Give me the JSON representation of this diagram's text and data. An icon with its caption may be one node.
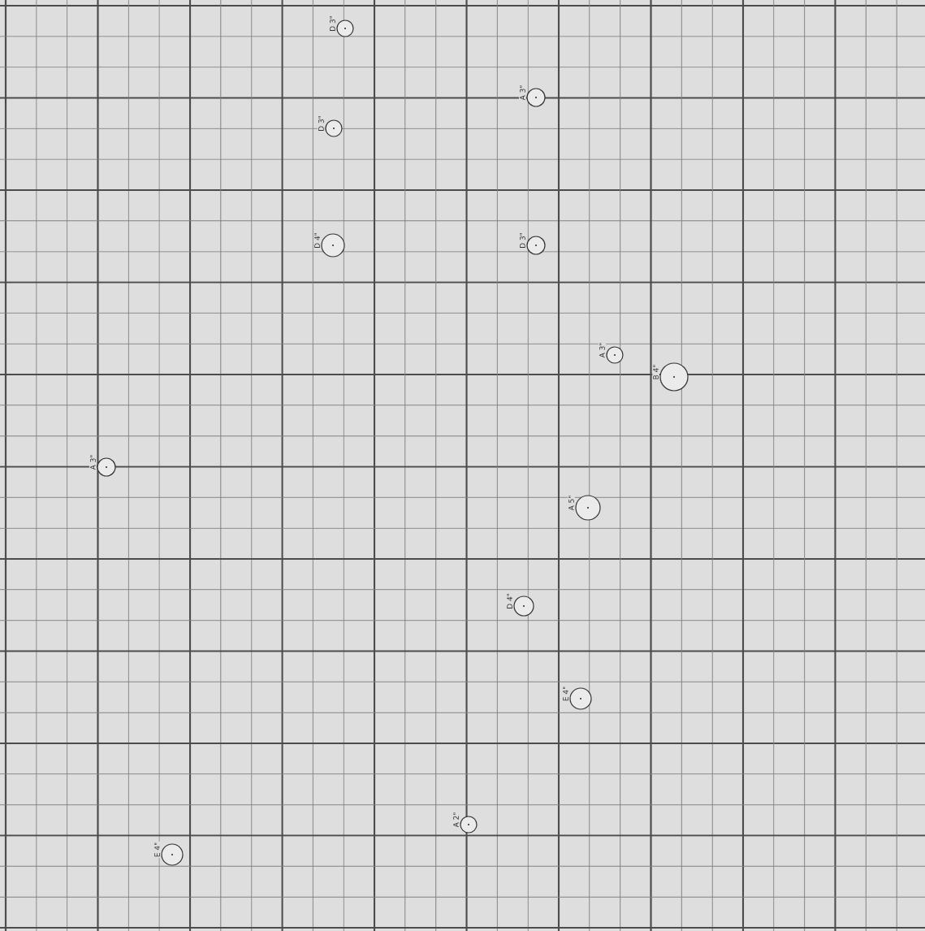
{
  "diagram": {
    "nodes": [
      {
        "text": [],
        "shape": "circle",
        "beside": [
          "D 3\""
        ]
      },
      {
        "text": [],
        "shape": "circle",
        "beside": [
          "A 3\""
        ]
      },
      {
        "text": [],
        "shape": "circle",
        "beside": [
          "D 3\""
        ]
      },
      {
        "text": [],
        "shape": "circle",
        "beside": [
          "D 4\""
        ]
      },
      {
        "text": [],
        "shape": "circle",
        "beside": [
          "D 3\""
        ]
      },
      {
        "text": [],
        "shape": "circle",
        "beside": [
          "A 3\""
        ]
      },
      {
        "text": [],
        "shape": "circle",
        "beside": [
          "B 4\""
        ]
      },
      {
        "text": [],
        "shape": "circle",
        "beside": [
          "A 3\""
        ]
      },
      {
        "text": [],
        "shape": "circle",
        "beside": [
          "A 5\""
        ]
      },
      {
        "text": [],
        "shape": "circle",
        "beside": [
          "D 4\""
        ]
      },
      {
        "text": [],
        "shape": "circle",
        "beside": [
          "E 4\""
        ]
      },
      {
        "text": [],
        "shape": "circle",
        "beside": [
          "A 2\""
        ]
      },
      {
        "text": [],
        "shape": "circle",
        "beside": [
          "E 4\""
        ]
      }
    ]
  }
}
